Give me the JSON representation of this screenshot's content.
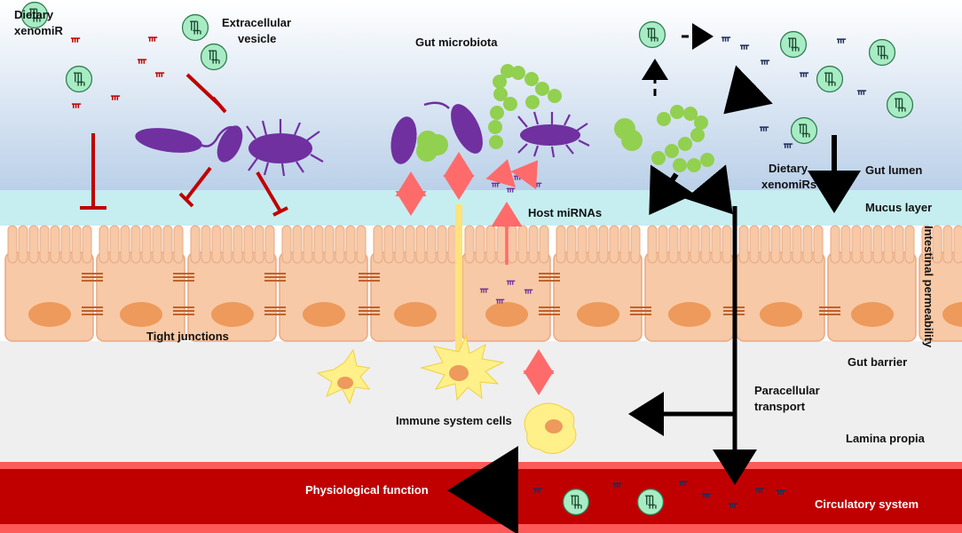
{
  "labels": {
    "dietary_xenomir_line1": "Dietary",
    "dietary_xenomir_line2": "xenomiR",
    "extracellular_vesicle_line1": "Extracellular",
    "extracellular_vesicle_line2": "vesicle",
    "gut_microbiota": "Gut microbiota",
    "dietary_xenomirs_line1": "Dietary",
    "dietary_xenomirs_line2": "xenomiRs",
    "gut_lumen": "Gut lumen",
    "mucus_layer": "Mucus layer",
    "host_mirnas": "Host miRNAs",
    "intestinal_permeability": "Intestinal permeability",
    "tight_junctions": "Tight junctions",
    "gut_barrier": "Gut barrier",
    "paracellular_transport_line1": "Paracellular",
    "paracellular_transport_line2": "transport",
    "immune_system_cells": "Immune system cells",
    "lamina_propia": "Lamina propia",
    "physiological_function": "Physiological function",
    "circulatory_system": "Circulatory system"
  },
  "colors": {
    "lumen_top": "#ffffff",
    "lumen_bottom": "#b9cfe8",
    "mucus": "#c6eef0",
    "epithelium": "#f7c9a6",
    "epithelium_border": "#e8a883",
    "nucleus": "#ed9a5c",
    "lamina": "#efefef",
    "blood": "#c00000",
    "blood_edge": "#ff5a5a",
    "inhibit_red": "#c00000",
    "bacteria_purple": "#7030a0",
    "bacteria_green": "#92d050",
    "vesicle_fill": "#a8ecc5",
    "immune_yellow": "#fff089",
    "pink_arrow": "#ff6b6b",
    "black": "#000000"
  },
  "icons": [
    "inhibition-arrow-icon",
    "rod-bacterium-icon",
    "flagellated-bacterium-icon",
    "cocci-chain-icon",
    "extracellular-vesicle-icon",
    "mirna-fragment-icon",
    "immune-cell-icon",
    "tight-junction-icon"
  ]
}
